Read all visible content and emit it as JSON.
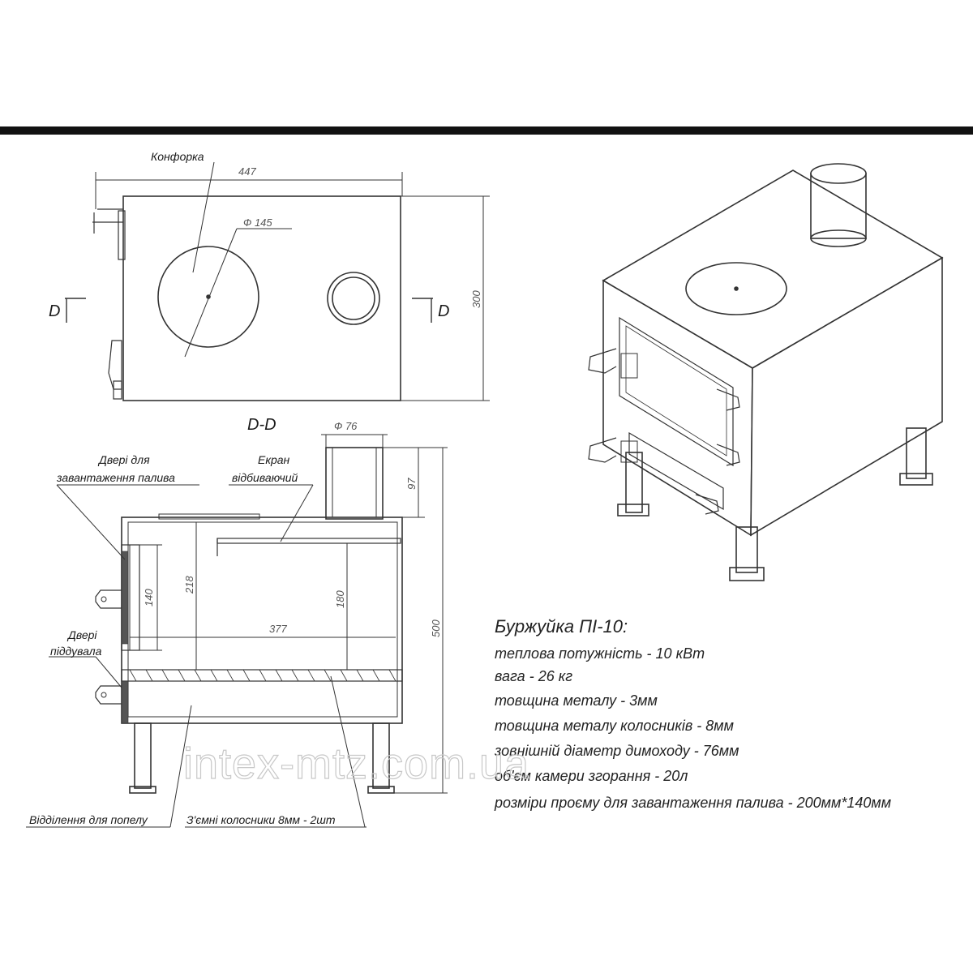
{
  "top_view": {
    "label_burner": "Конфорка",
    "dim_width": "447",
    "dim_height": "300",
    "dim_burner_diameter": "Ф 145",
    "section_mark_left": "D",
    "section_mark_right": "D"
  },
  "section_view": {
    "title": "D-D",
    "dim_chimney_diameter": "Ф 76",
    "dim_chimney_height": "97",
    "dim_total_height": "500",
    "dim_door_height": "140",
    "dim_chamber_height": "218",
    "dim_screen_gap": "180",
    "dim_inner_length": "377",
    "label_fuel_door": "Двері для завантаження палива",
    "label_fuel_door_line1": "Двері для",
    "label_fuel_door_line2": "завантаження палива",
    "label_screen_line1": "Екран",
    "label_screen_line2": "відбиваючий",
    "label_ash_door_line1": "Двері",
    "label_ash_door_line2": "піддувала",
    "label_ash_compartment": "Відділення для попелу",
    "label_grates": "З'ємні колосники 8мм - 2шт"
  },
  "specs": {
    "title": "Буржуйка ПІ-10:",
    "lines": [
      "теплова потужність - 10 кВт",
      "вага - 26 кг",
      "товщина металу - 3мм",
      "товщина металу колосників - 8мм",
      "зовнішній діаметр димоходу - 76мм",
      "об'єм камери згорання - 20л",
      "розміри проєму для завантаження палива - 200мм*140мм"
    ]
  },
  "watermark": "intex-mtz.com.ua"
}
